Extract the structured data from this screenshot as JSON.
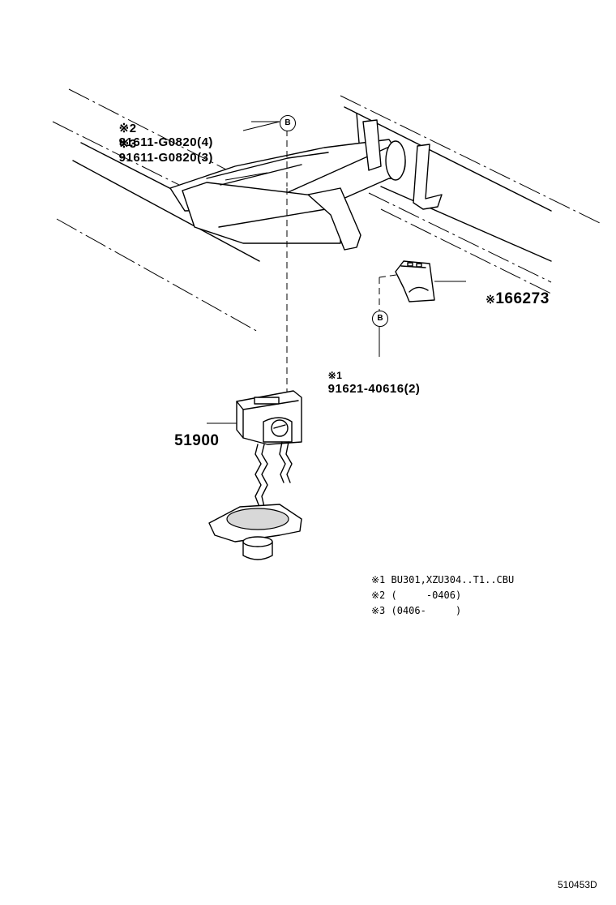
{
  "callouts": {
    "top": "B",
    "bracket": "B"
  },
  "parts": {
    "bolt_a_1": {
      "mark": "※2",
      "number": "91611-G0820",
      "qty": "(4)"
    },
    "bolt_a_2": {
      "mark": "※3",
      "number": "91611-G0820",
      "qty": "(3)"
    },
    "bracket": {
      "mark": "※",
      "number": "166273"
    },
    "bolt_b": {
      "mark": "※1",
      "number": "91621-40616",
      "qty": "(2)"
    },
    "carrier": {
      "number": "51900"
    }
  },
  "notes": [
    "※1 BU301,XZU304..T1..CBU",
    "※2 (     -0406)",
    "※3 (0406-     )"
  ],
  "drawing_code": "510453D"
}
